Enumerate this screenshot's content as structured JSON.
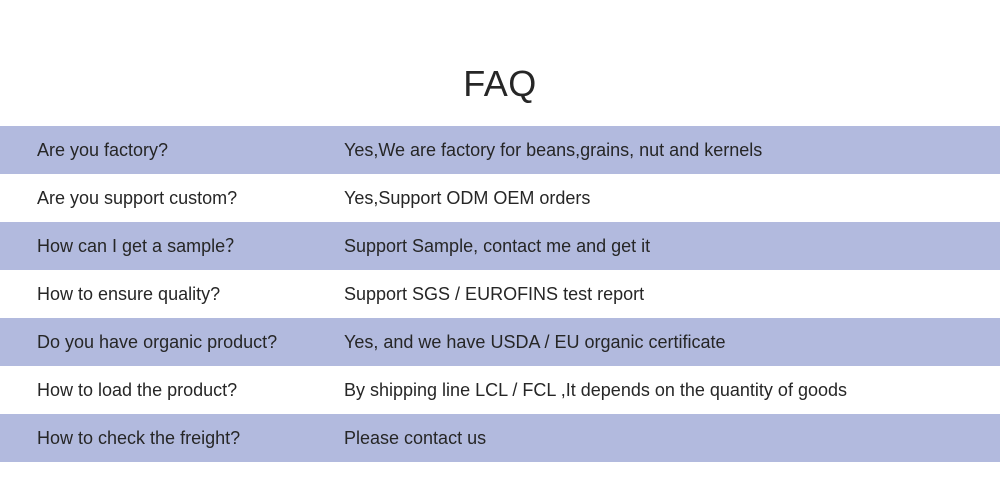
{
  "page": {
    "title": "FAQ",
    "background_color": "#ffffff",
    "text_color": "#262626",
    "row_shade_color": "#b2bade"
  },
  "faq": {
    "heading": "FAQ",
    "rows": [
      {
        "question": "Are you factory?",
        "answer": "Yes,We are factory for beans,grains, nut and kernels",
        "shaded": true
      },
      {
        "question": "Are you support custom?",
        "answer": "Yes,Support ODM OEM orders",
        "shaded": false
      },
      {
        "question": "How can I get a sample？",
        "answer": "Support Sample, contact me and get it",
        "shaded": true
      },
      {
        "question": "How to ensure quality?",
        "answer": "Support SGS / EUROFINS test report",
        "shaded": false
      },
      {
        "question": "Do you have organic product?",
        "answer": "Yes, and we have USDA / EU organic certificate",
        "shaded": true
      },
      {
        "question": "How to load the product?",
        "answer": "By shipping line LCL / FCL ,It depends on the quantity of goods",
        "shaded": false
      },
      {
        "question": "How to check the freight?",
        "answer": "Please contact us",
        "shaded": true
      }
    ]
  }
}
